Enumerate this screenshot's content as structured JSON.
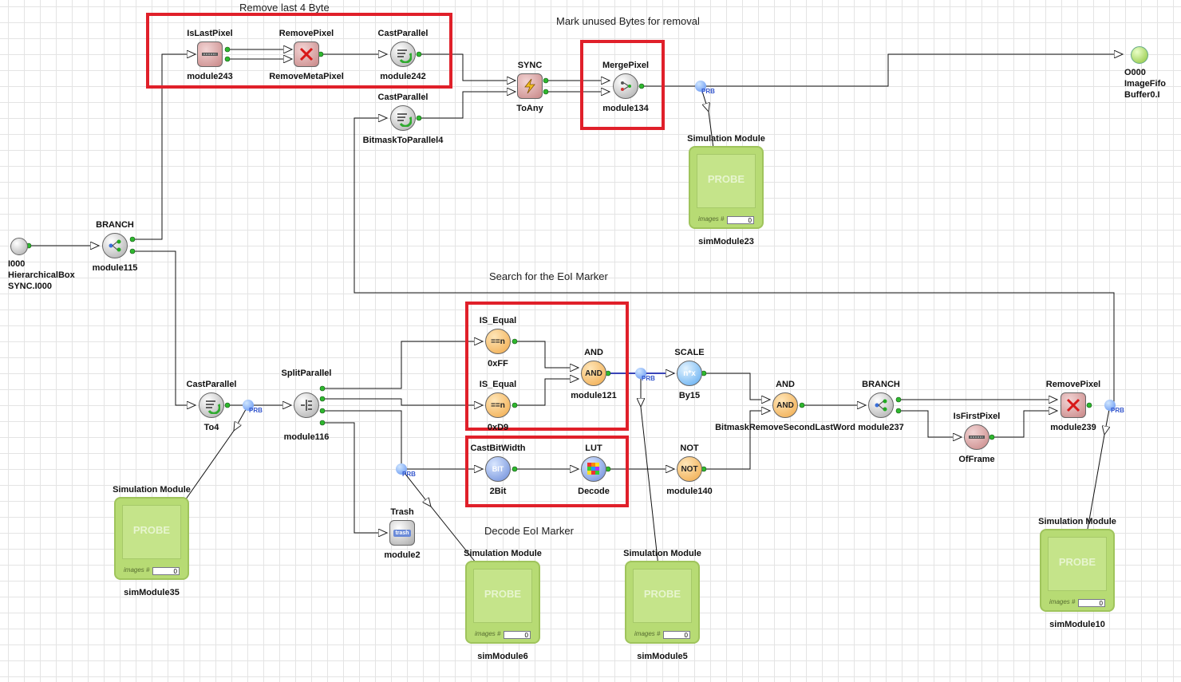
{
  "notes": {
    "remove_last": "Remove last 4 Byte",
    "mark_unused": "Mark unused Bytes for removal",
    "search_eol": "Search for the EoI Marker",
    "decode_eol": "Decode EoI Marker"
  },
  "io": {
    "input_line1": "I000",
    "input_line2": "HierarchicalBox",
    "input_line3": "SYNC.I000",
    "output_line1": "O000",
    "output_line2": "ImageFifo",
    "output_line3": "Buffer0.I"
  },
  "modules": {
    "islastpixel": {
      "type": "IsLastPixel",
      "name": "module243"
    },
    "removepixel_top": {
      "type": "RemovePixel",
      "name": "RemoveMetaPixel"
    },
    "castparallel_top": {
      "type": "CastParallel",
      "name": "module242"
    },
    "sync": {
      "type": "SYNC",
      "name": "ToAny"
    },
    "mergepixel": {
      "type": "MergePixel",
      "name": "module134"
    },
    "castparallel_bm": {
      "type": "CastParallel",
      "name": "BitmaskToParallel4"
    },
    "branch_in": {
      "type": "BRANCH",
      "name": "module115"
    },
    "castparallel_to4": {
      "type": "CastParallel",
      "name": "To4"
    },
    "splitparallel": {
      "type": "SplitParallel",
      "name": "module116"
    },
    "is_equal_ff": {
      "type": "IS_Equal",
      "name": "0xFF"
    },
    "is_equal_d9": {
      "type": "IS_Equal",
      "name": "0xD9"
    },
    "and_121": {
      "type": "AND",
      "name": "module121"
    },
    "scale": {
      "type": "SCALE",
      "name": "By15"
    },
    "and_bitmask": {
      "type": "AND",
      "name": "BitmaskRemoveSecondLastWord"
    },
    "branch_237": {
      "type": "BRANCH",
      "name": "module237"
    },
    "isfirstpixel": {
      "type": "IsFirstPixel",
      "name": "OfFrame"
    },
    "removepixel_239": {
      "type": "RemovePixel",
      "name": "module239"
    },
    "castbitwidth": {
      "type": "CastBitWidth",
      "name": "2Bit"
    },
    "lut": {
      "type": "LUT",
      "name": "Decode"
    },
    "not": {
      "type": "NOT",
      "name": "module140"
    },
    "trash": {
      "type": "Trash",
      "name": "module2"
    }
  },
  "glyphs": {
    "eq": "==n",
    "and": "AND",
    "scale": "n*x",
    "not": "NOT",
    "bit": "BIT",
    "trash": "trash"
  },
  "sims": {
    "title": "Simulation Module",
    "probe": "PROBE",
    "images": "images #",
    "count": "0",
    "s23": "simModule23",
    "s35": "simModule35",
    "s6": "simModule6",
    "s5": "simModule5",
    "s10": "simModule10"
  },
  "prb": "PRB",
  "colors": {
    "highlight": "#e0202a",
    "sim_green": "#b7db74",
    "grid": "#e4e4e4"
  }
}
